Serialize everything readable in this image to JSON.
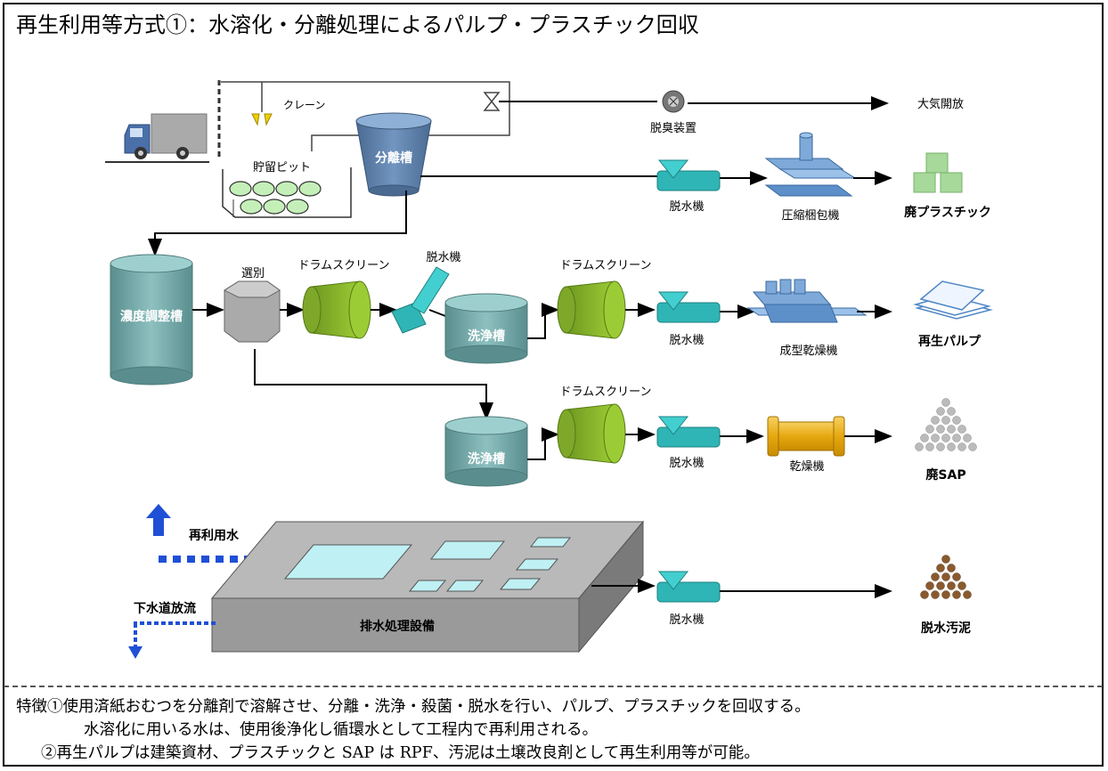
{
  "title": "再生利用等方式①：水溶化・分離処理によるパルプ・プラスチック回収",
  "labels": {
    "crane": "クレーン",
    "pit": "貯留ピット",
    "separation_tank": "分離槽",
    "deodorizer": "脱臭装置",
    "atmosphere": "大気開放",
    "dewaterer_1": "脱水機",
    "compressor": "圧縮梱包機",
    "waste_plastic": "廃プラスチック",
    "concentration_tank": "濃度調整槽",
    "sorting": "選別",
    "drum_screen_1": "ドラムスクリーン",
    "dewaterer_2": "脱水機",
    "drum_screen_2": "ドラムスクリーン",
    "washing_tank_1": "洗浄槽",
    "dewaterer_3": "脱水機",
    "molding_dryer": "成型乾燥機",
    "recycled_pulp": "再生パルプ",
    "drum_screen_3": "ドラムスクリーン",
    "washing_tank_2": "洗浄槽",
    "dewaterer_4": "脱水機",
    "dryer": "乾燥機",
    "waste_sap": "廃SAP",
    "reuse_water": "再利用水",
    "sewer_discharge": "下水道放流",
    "wastewater_facility": "排水処理設備",
    "dewaterer_5": "脱水機",
    "dewatered_sludge": "脱水汚泥"
  },
  "notes": {
    "line1": "特徴①使用済紙おむつを分離剤で溶解させ、分離・洗浄・殺菌・脱水を行い、パルプ、プラスチックを回収する。",
    "line2": "水溶化に用いる水は、使用後浄化し循環水として工程内で再利用される。",
    "line3": "②再生パルプは建築資材、プラスチックと SAP は RPF、汚泥は土壌改良剤として再生利用等が可能。"
  },
  "colors": {
    "tank_blue": "#5b7fa8",
    "tank_teal": "#6fa3a3",
    "dewaterer": "#2fb5b5",
    "drum_green": "#8ab52d",
    "dryer_yellow": "#e6b020",
    "press_blue": "#7fa9d8",
    "product_green": "#a6d99a"
  }
}
